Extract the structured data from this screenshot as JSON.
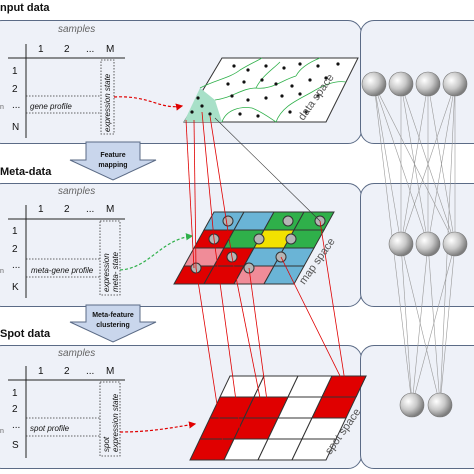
{
  "sections": {
    "input": {
      "title": "nput data",
      "samples_label": "samples",
      "columns": [
        "1",
        "2",
        "...",
        "M"
      ],
      "rows": [
        "1",
        "2",
        "...",
        "N"
      ],
      "row_label": "gene profile",
      "state_label": "expression state",
      "space_label": "data space",
      "side_mark": "n"
    },
    "meta": {
      "title": "Meta-data",
      "samples_label": "samples",
      "columns": [
        "1",
        "2",
        "...",
        "M"
      ],
      "rows": [
        "1",
        "2",
        "...",
        "K"
      ],
      "row_label": "meta-gene profile",
      "state_label_1": "expression",
      "state_label_2": "meta- state",
      "space_label": "map space",
      "side_mark": "n"
    },
    "spot": {
      "title": "Spot data",
      "samples_label": "samples",
      "columns": [
        "1",
        "2",
        "...",
        "M"
      ],
      "rows": [
        "1",
        "2",
        "...",
        "S"
      ],
      "row_label": "spot profile",
      "state_label_1": "spot",
      "state_label_2": "expression state",
      "space_label": "spot space",
      "side_mark": "n"
    }
  },
  "arrows": {
    "feature_mapping": "Feature mapping",
    "meta_feature_line1": "Meta-feature",
    "meta_feature_line2": "clustering"
  },
  "colors": {
    "panel_fill": "#eef1f8",
    "panel_border": "#5b6b86",
    "red": "#e00000",
    "green_cell": "#2fb04a",
    "blue_cell": "#6ab4d6",
    "yellow_cell": "#f2e100",
    "pink_cell": "#f08c98",
    "data_green": "#a8e0c8"
  },
  "icons": [
    "data-point-icon",
    "neuron-node-icon",
    "dashed-red-arrow-icon",
    "dashed-green-arrow-icon",
    "down-block-arrow-icon"
  ]
}
